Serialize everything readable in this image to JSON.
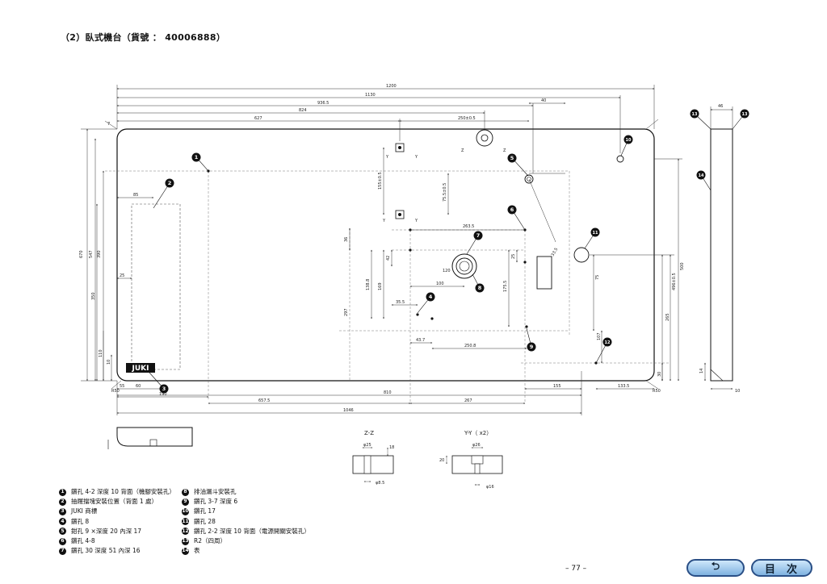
{
  "page": {
    "title": "（2）臥式機台（貨號 ： 40006888）",
    "page_number": "– 77 –"
  },
  "nav": {
    "back_symbol": "⮌",
    "toc_label": "目次"
  },
  "drawing": {
    "brand_logo": "JUKI",
    "dims": {
      "d1200": "1200",
      "d1130": "1130",
      "d936": "936.5",
      "d824": "824",
      "d627": "627",
      "d250": "250±0.5",
      "d40": "40",
      "d670": "670",
      "d547": "547",
      "d390": "390",
      "d350": "350",
      "d110": "110",
      "d10": "10",
      "d85": "85",
      "d25": "25",
      "d190": "190",
      "d60": "60",
      "d55": "55",
      "d657": "657.5",
      "d810": "810",
      "d267": "267",
      "d1046": "1046",
      "d155": "155",
      "d133": "133.5",
      "d263": "263.5",
      "d155v": "155±0.5",
      "d75": "75.5±0.5",
      "d36": "36",
      "d42": "42",
      "d100": "100",
      "d138": "138.8",
      "d169": "169",
      "d297": "297",
      "d175": "175.5",
      "d25b": "25",
      "d120": "120",
      "d35": "35.5",
      "d43": "43.7",
      "d250b": "250.8",
      "d265": "265",
      "d496": "496±0.5",
      "d500": "500",
      "d75b": "75",
      "d107": "107",
      "d30": "30",
      "d7": "7",
      "dR50a": "R50",
      "dR50b": "R50",
      "d33": "33.5",
      "d46": "46",
      "d14": "14"
    },
    "sections": {
      "zz_title": "Z-Z",
      "yy_title": "Y-Y（ x2）",
      "zz_d1": "φ25",
      "zz_d2": "18",
      "zz_d3": "φ8.5",
      "yy_d1": "φ26",
      "yy_d2": "20",
      "yy_d3": "φ16",
      "cut_y": "Y",
      "cut_z": "Z"
    },
    "callouts": [
      "1",
      "2",
      "3",
      "4",
      "5",
      "6",
      "7",
      "8",
      "9",
      "10",
      "11",
      "12",
      "13",
      "14"
    ]
  },
  "legend": {
    "left": [
      {
        "num": "1",
        "text": "鑽孔 4-2 深度 10 背面（機腳安裝孔）"
      },
      {
        "num": "2",
        "text": "抽屜擋塊安裝位置（背面 1 處）"
      },
      {
        "num": "3",
        "text": "JUKI 商標"
      },
      {
        "num": "4",
        "text": "鑽孔 8"
      },
      {
        "num": "5",
        "text": "鉗孔 9 ×深度 20 內深 17"
      },
      {
        "num": "6",
        "text": "鑽孔 4-8"
      },
      {
        "num": "7",
        "text": "鑽孔 30 深度 51 內深 16"
      }
    ],
    "right": [
      {
        "num": "8",
        "text": "排油漏斗安裝孔"
      },
      {
        "num": "9",
        "text": "鑽孔 3-7 深度 6"
      },
      {
        "num": "10",
        "text": "鑽孔 17"
      },
      {
        "num": "11",
        "text": "鑽孔 28"
      },
      {
        "num": "12",
        "text": "鑽孔 2-2 深度 10 背面（電源開關安裝孔）"
      },
      {
        "num": "13",
        "text": "R2（四周）"
      },
      {
        "num": "14",
        "text": "表"
      }
    ]
  }
}
